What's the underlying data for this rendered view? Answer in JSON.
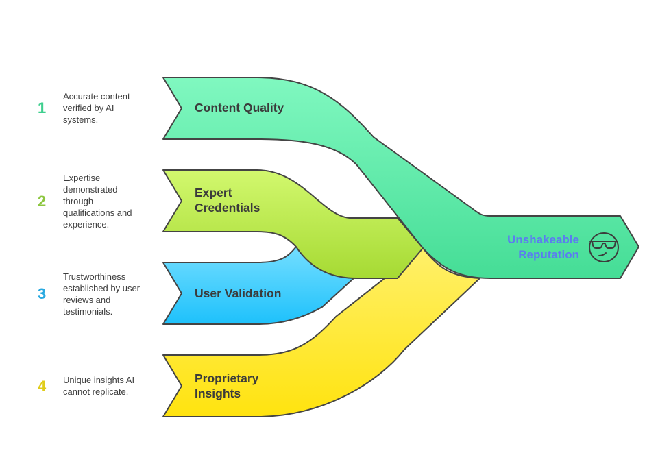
{
  "diagram": {
    "steps": [
      {
        "number": "1",
        "label": "Content Quality",
        "description": "Accurate content verified by AI systems.",
        "color": "#3ecf8e",
        "fill_top": "#7ff8c0",
        "fill_bottom": "#4ee39b"
      },
      {
        "number": "2",
        "label_lines": [
          "Expert",
          "Credentials"
        ],
        "description": "Expertise demonstrated through qualifications and experience.",
        "color": "#8cc63f",
        "fill_top": "#d0f76c",
        "fill_bottom": "#a8dc35"
      },
      {
        "number": "3",
        "label": "User Validation",
        "description": "Trustworthiness established by user reviews and testimonials.",
        "color": "#29a9e0",
        "fill_top": "#6fdcff",
        "fill_bottom": "#1fc2fb"
      },
      {
        "number": "4",
        "label_lines": [
          "Proprietary",
          "Insights"
        ],
        "description": "Unique insights AI cannot replicate.",
        "color": "#e0cc1a",
        "fill_top": "#fff068",
        "fill_bottom": "#ffe414"
      }
    ],
    "outcome": {
      "label_lines": [
        "Unshakeable",
        "Reputation"
      ],
      "icon": "cool-face-sunglasses-icon",
      "text_color": "#5b7cf0"
    },
    "outline_color": "#444444"
  }
}
